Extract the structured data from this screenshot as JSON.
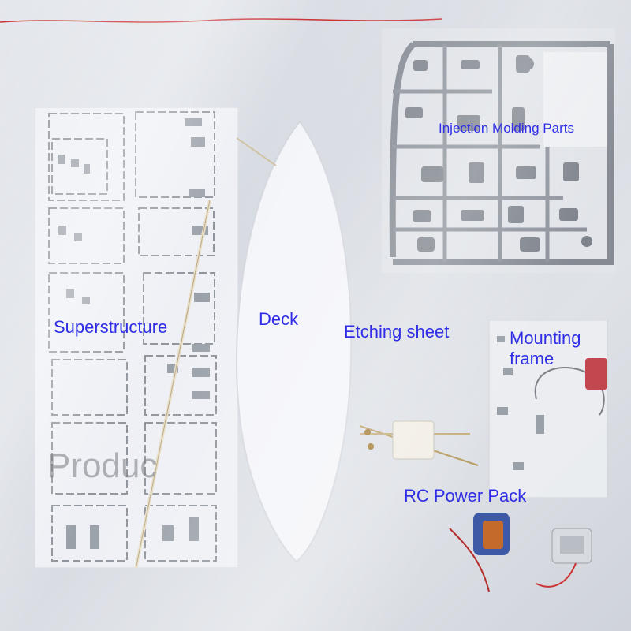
{
  "labels": {
    "injection": "Injection Molding Parts",
    "superstructure": "Superstructure",
    "deck": "Deck",
    "etching": "Etching sheet",
    "mounting": "Mounting frame",
    "rc": "RC Power Pack"
  },
  "watermark": "Produc",
  "colors": {
    "label": "#2f2ee6",
    "sprue": "#8b9099",
    "styrene": "#eef0f5",
    "bag": "#dfe2e7"
  }
}
